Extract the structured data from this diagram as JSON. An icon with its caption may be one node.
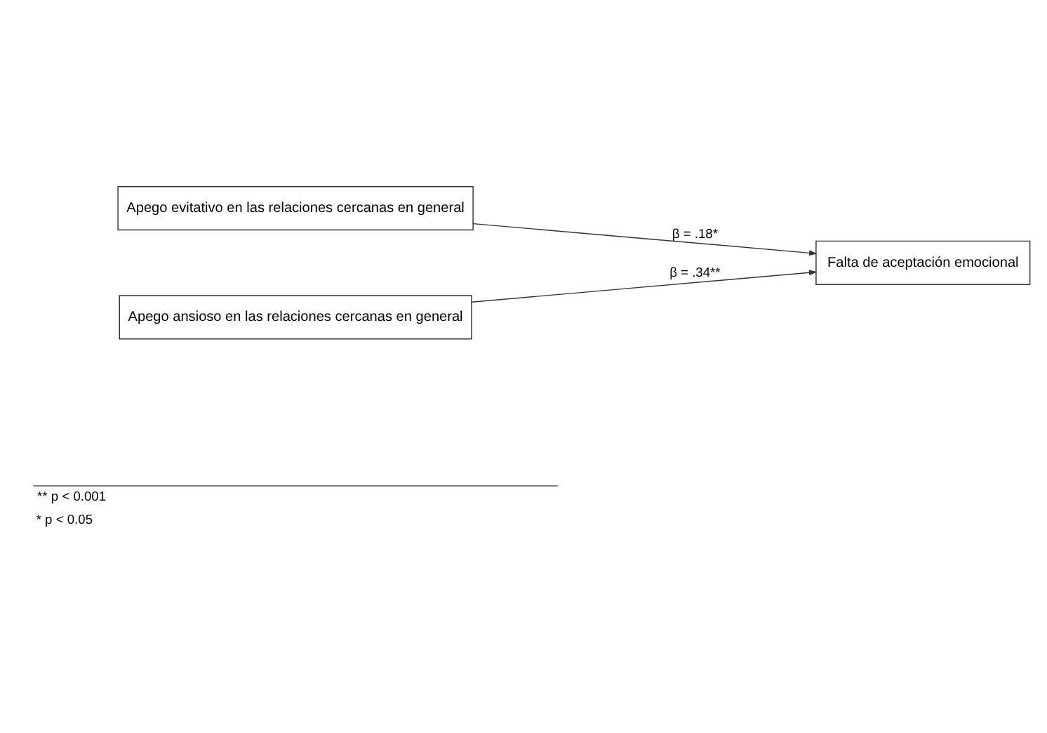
{
  "diagram": {
    "nodes": [
      {
        "text": [
          "Apego evitativo en las relaciones cercanas en general"
        ]
      },
      {
        "text": [
          "Apego ansioso en las relaciones cercanas en general"
        ]
      },
      {
        "text": [
          "Falta de aceptación emocional"
        ]
      }
    ],
    "edges": [
      {
        "from": 0,
        "to": 2,
        "arrow": "to",
        "label": "β = .18*"
      },
      {
        "from": 1,
        "to": 2,
        "arrow": "to",
        "label": "β = .34**"
      }
    ],
    "labels": [
      "** p < 0.001",
      "* p < 0.05"
    ]
  }
}
